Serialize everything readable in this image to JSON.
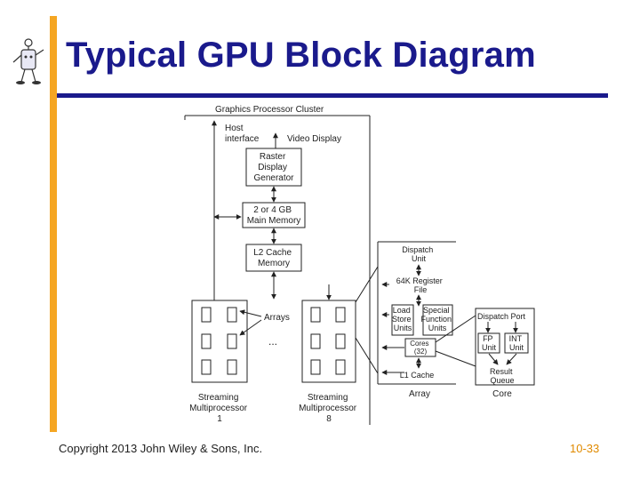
{
  "slide": {
    "title": "Typical GPU Block Diagram",
    "footer_copyright": "Copyright 2013 John Wiley & Sons, Inc.",
    "page_number": "10-33"
  },
  "diagram": {
    "cluster_label": "Graphics Processor Cluster",
    "host_interface": [
      "Host",
      "interface"
    ],
    "video_display": "Video Display",
    "raster": [
      "Raster",
      "Display",
      "Generator"
    ],
    "main_memory": [
      "2 or 4 GB",
      "Main Memory"
    ],
    "l2_cache": [
      "L2 Cache",
      "Memory"
    ],
    "arrays_label": "Arrays",
    "ellipsis": "...",
    "sm1_label": [
      "Streaming",
      "Multiprocessor",
      "1"
    ],
    "sm8_label": [
      "Streaming",
      "Multiprocessor",
      "8"
    ],
    "dispatch_unit": [
      "Dispatch",
      "Unit"
    ],
    "register_file": [
      "64K Register",
      "File"
    ],
    "load_store": [
      "Load",
      "Store",
      "Units"
    ],
    "special_function": [
      "Special",
      "Function",
      "Units"
    ],
    "cores": [
      "Cores",
      "(32)"
    ],
    "l1_cache": "L1 Cache",
    "array_label": "Array",
    "dispatch_port": "Dispatch Port",
    "fp_unit": [
      "FP",
      "Unit"
    ],
    "int_unit": [
      "INT",
      "Unit"
    ],
    "result_queue": [
      "Result",
      "Queue"
    ],
    "core_label": "Core"
  },
  "colors": {
    "title": "#1a1a8c",
    "accent_bar": "#f5a623",
    "page_number": "#e08a00"
  }
}
